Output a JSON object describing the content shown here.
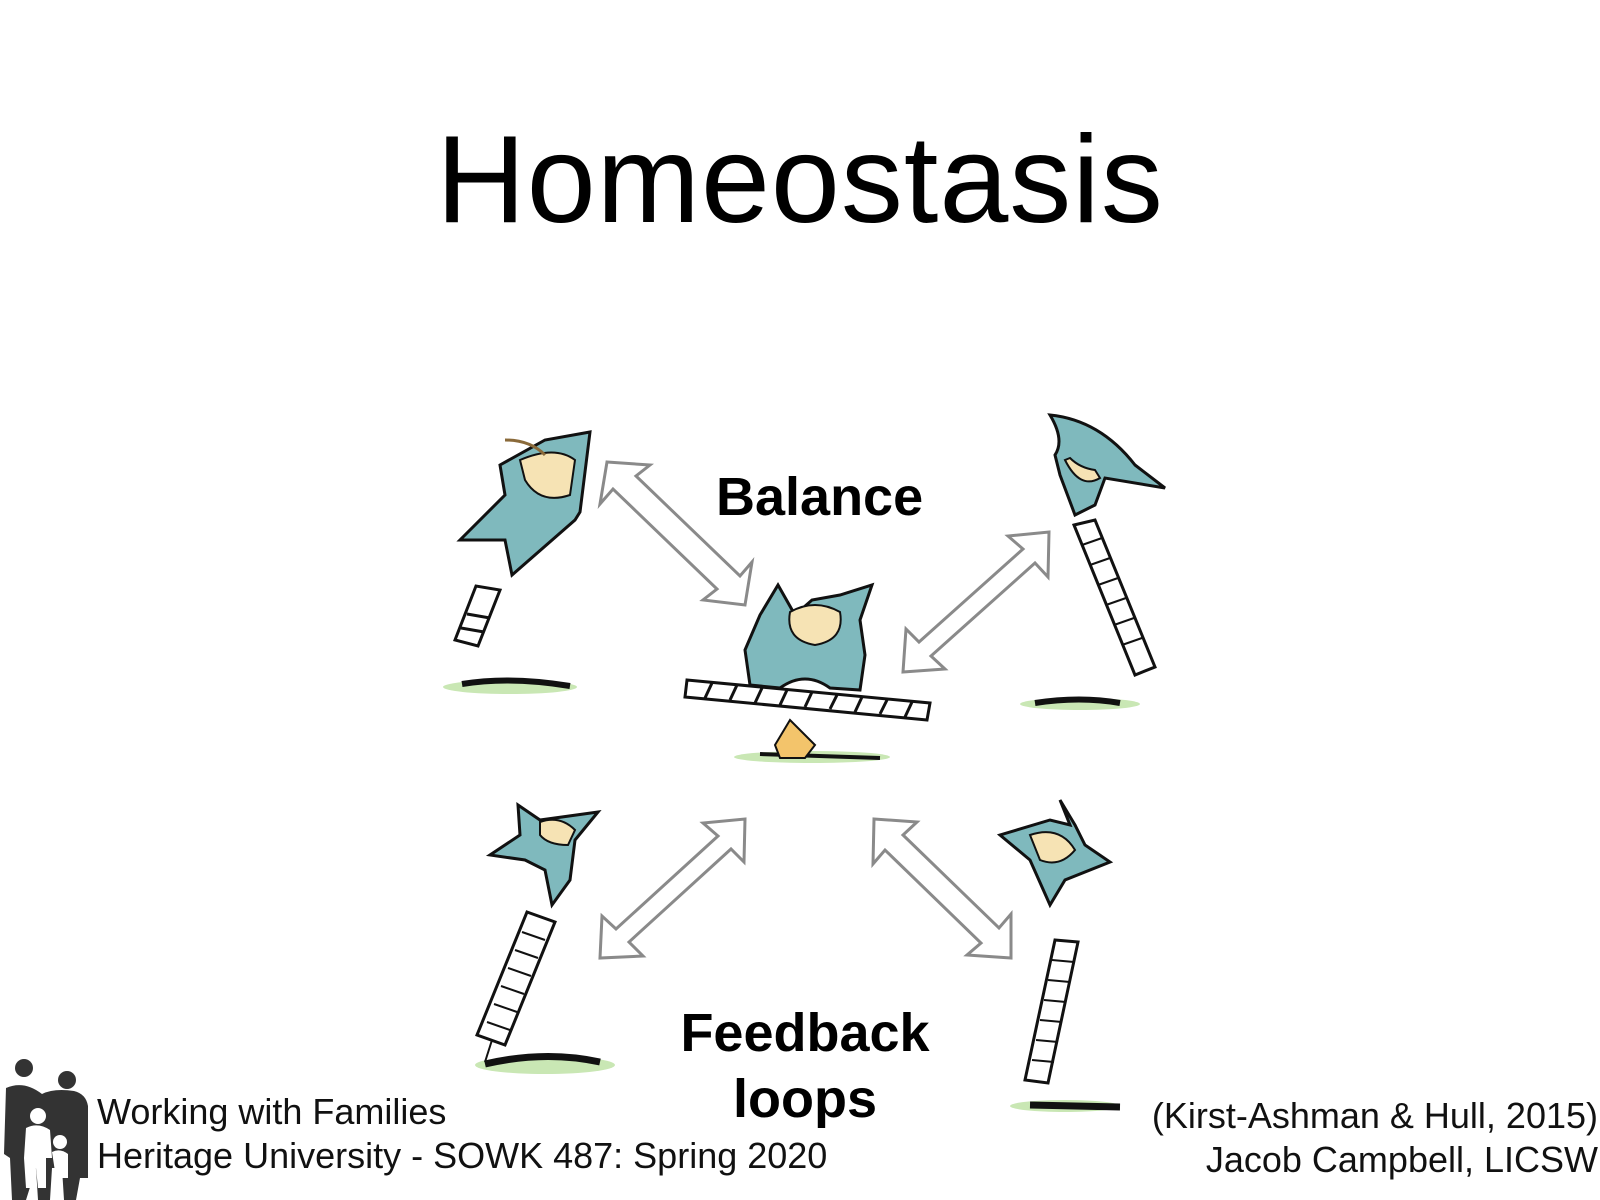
{
  "slide": {
    "title": "Homeostasis",
    "labels": {
      "balance": "Balance",
      "feedback_line1": "Feedback",
      "feedback_line2": "loops"
    },
    "illustration": {
      "description": "Cartoon figures on ladders (one balanced on a seesaw in the center, four falling around it) connected by double-headed arrows",
      "figure_color": "#7fb9bd",
      "face_color": "#f6e3b4",
      "arrow_stroke": "#8a8a8a",
      "ground_color": "#c9e7b4",
      "fulcrum_color": "#f3c46b"
    },
    "footer": {
      "course_name": "Working with Families",
      "course_info": "Heritage University - SOWK 487: Spring 2020",
      "citation": "(Kirst-Ashman & Hull, 2015)",
      "author": "Jacob Campbell, LICSW"
    }
  }
}
